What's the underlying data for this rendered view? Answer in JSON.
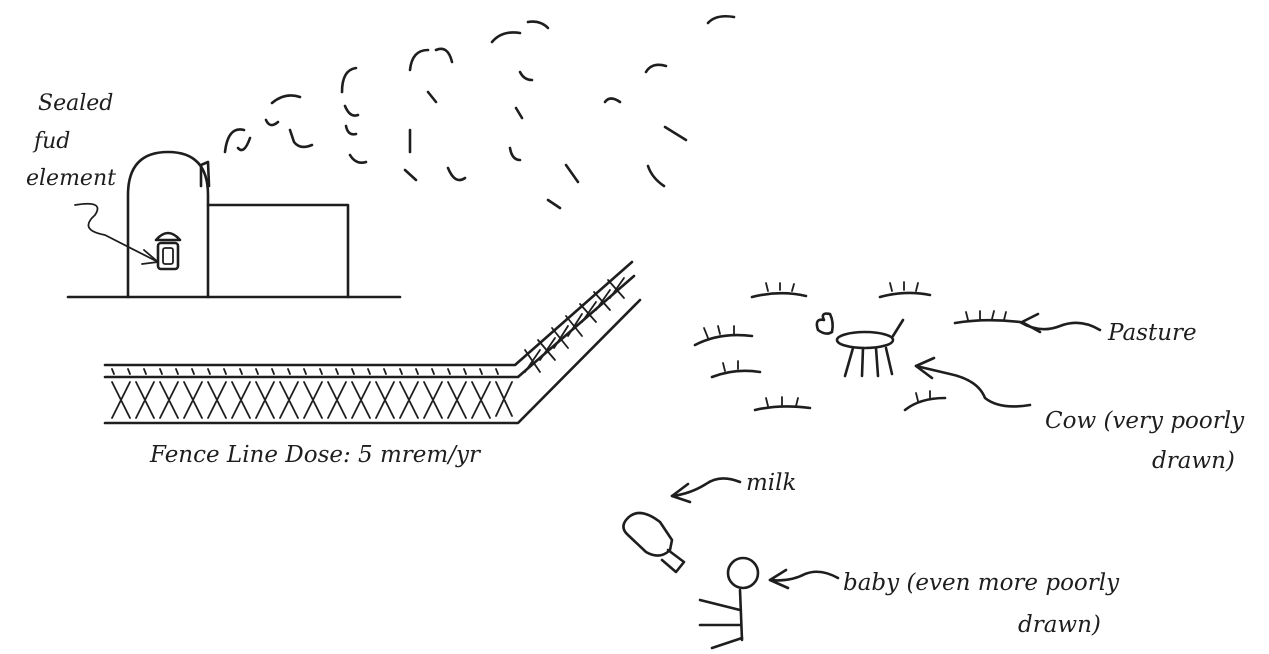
{
  "labels": {
    "fuel_element": [
      "Sealed",
      "fud",
      "element"
    ],
    "fence_dose": "Fence Line Dose:  5 mrem/yr",
    "pasture": "Pasture",
    "cow": [
      "Cow (very poorly",
      "drawn)"
    ],
    "milk": "milk",
    "baby": [
      "baby (even more poorly",
      "drawn)"
    ]
  },
  "colors": {
    "ink": "#1e1e1e",
    "paper": "#ffffff"
  }
}
